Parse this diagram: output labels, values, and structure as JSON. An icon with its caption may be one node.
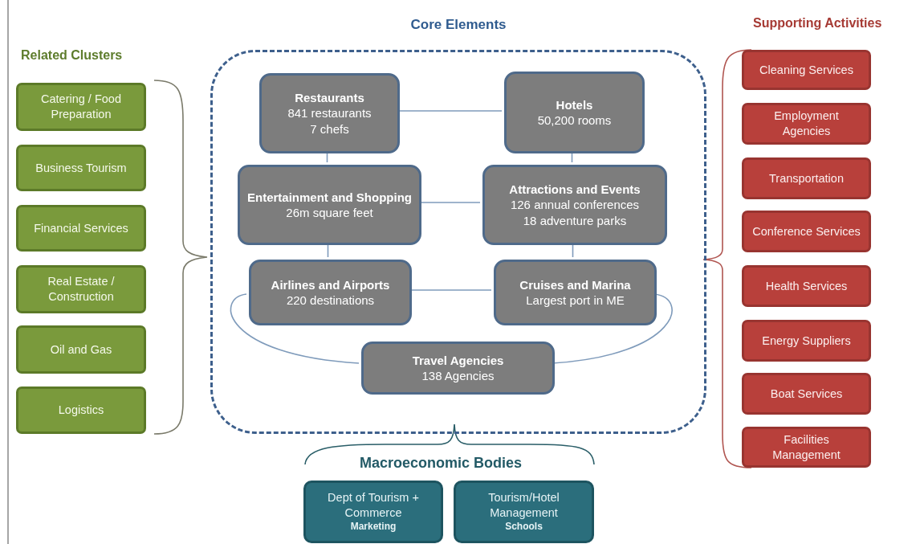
{
  "diagram": {
    "nodes": [
      {
        "text": [
          "Core Elements"
        ]
      },
      {
        "text": [
          "Restaurants",
          "841 restaurants",
          "7 chefs"
        ],
        "in": 0
      },
      {
        "text": [
          "Hotels",
          "50,200 rooms"
        ],
        "in": 0
      },
      {
        "text": [
          "Entertainment and Shopping",
          "26m square feet"
        ],
        "in": 0
      },
      {
        "text": [
          "Attractions and Events",
          "126 annual conferences",
          "18 adventure parks"
        ],
        "in": 0
      },
      {
        "text": [
          "Airlines and Airports",
          "220 destinations"
        ],
        "in": 0
      },
      {
        "text": [
          "Cruises and Marina",
          "Largest port in ME"
        ],
        "in": 0
      },
      {
        "text": [
          "Travel Agencies",
          "138 Agencies"
        ],
        "in": 0
      },
      {
        "text": [
          "Catering / Food Preparation"
        ]
      },
      {
        "text": [
          "Business Tourism"
        ]
      },
      {
        "text": [
          "Financial Services"
        ]
      },
      {
        "text": [
          "Real Estate / Construction"
        ]
      },
      {
        "text": [
          "Oil and Gas"
        ]
      },
      {
        "text": [
          "Logistics"
        ]
      },
      {
        "text": [
          "Cleaning Services"
        ]
      },
      {
        "text": [
          "Employment Agencies"
        ]
      },
      {
        "text": [
          "Transportation"
        ]
      },
      {
        "text": [
          "Conference Services"
        ]
      },
      {
        "text": [
          "Health Services"
        ]
      },
      {
        "text": [
          "Energy Suppliers"
        ]
      },
      {
        "text": [
          "Boat Services"
        ]
      },
      {
        "text": [
          "Facilities Management"
        ]
      },
      {
        "text": [
          "Dept of Tourism + Commerce",
          "Marketing"
        ]
      },
      {
        "text": [
          "Tourism/Hotel Management",
          "Schools"
        ]
      }
    ],
    "edges": [
      {
        "from": 1,
        "to": 2,
        "arrow": "none"
      },
      {
        "from": 1,
        "to": 3,
        "arrow": "none"
      },
      {
        "from": 2,
        "to": 4,
        "arrow": "none"
      },
      {
        "from": 3,
        "to": 4,
        "arrow": "none"
      },
      {
        "from": 3,
        "to": 5,
        "arrow": "none"
      },
      {
        "from": 4,
        "to": 6,
        "arrow": "none"
      },
      {
        "from": 5,
        "to": 6,
        "arrow": "none"
      },
      {
        "from": 5,
        "to": 7,
        "arrow": "none"
      },
      {
        "from": 6,
        "to": 7,
        "arrow": "none"
      }
    ],
    "labels": [
      "Related Clusters",
      "Supporting Activities",
      "Macroeconomic Bodies"
    ]
  }
}
